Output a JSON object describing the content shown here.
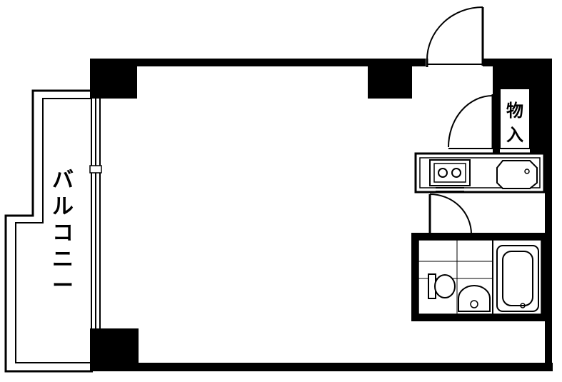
{
  "labels": {
    "balcony": "バルコニー",
    "storage_line1": "物",
    "storage_line2": "入"
  },
  "colors": {
    "wall": "#000000",
    "floor": "#ffffff",
    "line": "#000000"
  },
  "icons": {
    "entrance_door": "door-swing-icon",
    "storage_door": "door-swing-icon",
    "bath_door": "door-swing-icon",
    "stove": "two-burner-stove-icon",
    "sink": "kitchen-sink-icon",
    "toilet": "toilet-icon",
    "washbasin": "washbasin-icon",
    "bathtub": "bathtub-icon"
  }
}
